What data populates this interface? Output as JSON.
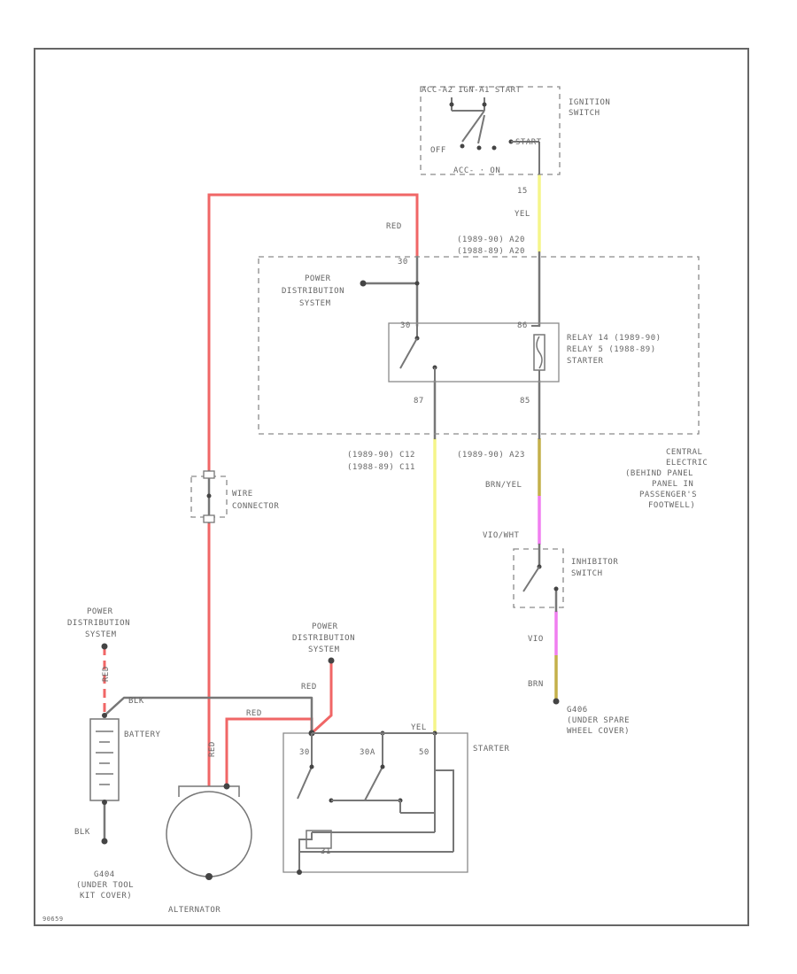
{
  "labels": {
    "ignition_positions": "ACC-A2 IGN-A1 START",
    "ignition_switch": [
      "IGNITION",
      "SWITCH"
    ],
    "ign_off": "OFF",
    "ign_start": "START",
    "ign_acc_on": "ACC- · ON",
    "ign_pin": "15",
    "wire_yel_top": "YEL",
    "connector_top": [
      "(1989-90) A20",
      "(1988-89) A20"
    ],
    "wire_red_top": "RED",
    "relay_pin_30": "30",
    "relay_pin_86": "86",
    "power_dist_1": [
      "POWER",
      "DISTRIBUTION",
      "SYSTEM"
    ],
    "relay_name": [
      "RELAY 14  (1989-90)",
      "RELAY 5   (1988-89)",
      "STARTER"
    ],
    "relay_pin_87": "87",
    "relay_pin_85": "85",
    "connector_left": [
      "(1989-90)  C12",
      "(1988-89)  C11"
    ],
    "connector_right": "(1989-90)  A23",
    "central_electric": [
      "CENTRAL",
      "ELECTRIC",
      "(BEHIND PANEL",
      "PANEL IN",
      "PASSENGER'S",
      "FOOTWELL)"
    ],
    "wire_brn_yel": "BRN/YEL",
    "wire_vio_wht": "VIO/WHT",
    "wire_connector": [
      "WIRE",
      "CONNECTOR"
    ],
    "inhibitor_switch": [
      "INHIBITOR",
      "SWITCH"
    ],
    "wire_vio": "VIO",
    "wire_brn": "BRN",
    "power_dist_2": [
      "POWER",
      "DISTRIBUTION",
      "SYSTEM"
    ],
    "power_dist_3": [
      "POWER",
      "DISTRIBUTION",
      "SYSTEM"
    ],
    "wire_red_batt": "RED",
    "wire_red_pd3": "RED",
    "wire_red_alt": "RED",
    "wire_red_vert": "RED",
    "wire_yel_starter": "YEL",
    "battery": "BATTERY",
    "starter": "STARTER",
    "starter_pin_30": "30",
    "starter_pin_30a": "30A",
    "starter_pin_50": "50",
    "starter_pin_31": "31",
    "wire_blk": "BLK",
    "ground_left": [
      "G404",
      "(UNDER TOOL",
      "KIT COVER)"
    ],
    "ground_right": [
      "G406",
      "(UNDER SPARE",
      "WHEEL COVER)"
    ],
    "alternator": "ALTERNATOR",
    "figure_id": "90659"
  },
  "colors": {
    "red_wire": "#f06666",
    "yellow_wire": "#f5f58a",
    "violet_wire": "#f07ef0",
    "brown_yellow_wire": "#c4b04a",
    "gray_wire": "#777777"
  }
}
